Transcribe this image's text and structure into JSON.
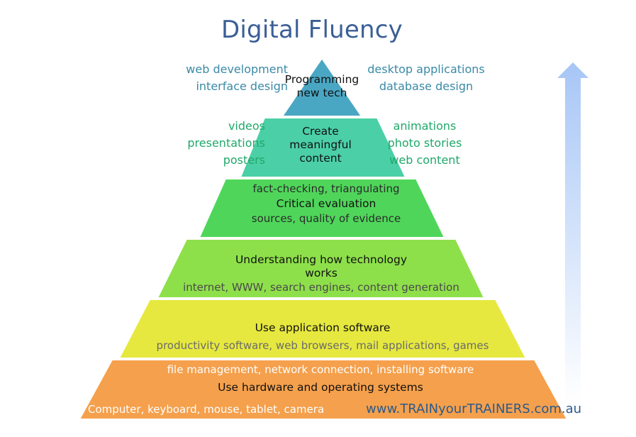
{
  "title": "Digital Fluency",
  "levels": {
    "programming": {
      "main": "Programming\nnew tech"
    },
    "create": {
      "main": "Create\nmeaningful\ncontent"
    },
    "critical": {
      "top": "fact-checking, triangulating",
      "main": "Critical evaluation",
      "sub": "sources, quality of evidence"
    },
    "understanding": {
      "main": "Understanding how technology\nworks",
      "sub": "internet, WWW, search engines, content generation"
    },
    "application": {
      "main": "Use application software",
      "sub": "productivity software, web browsers, mail applications, games"
    },
    "hardware": {
      "top": "file management, network connection, installing software",
      "main": "Use hardware and operating systems",
      "sub": "Computer,  keyboard, mouse,  tablet, camera"
    }
  },
  "side_labels": {
    "programming_left": "web development\ninterface design",
    "programming_right": "desktop applications\ndatabase design",
    "create_left": "videos\npresentations\nposters",
    "create_right": "animations\nphoto stories\nweb content"
  },
  "website": "www.TRAINyourTRAINERS.com.au",
  "colors": {
    "title": "#3a5f96",
    "programming": "#4aa7c4",
    "create": "#4bcfa6",
    "critical": "#4fd65a",
    "understanding": "#8ee04a",
    "application": "#e6e83f",
    "hardware": "#f5a04c",
    "arrow": "#a9c8f5"
  }
}
